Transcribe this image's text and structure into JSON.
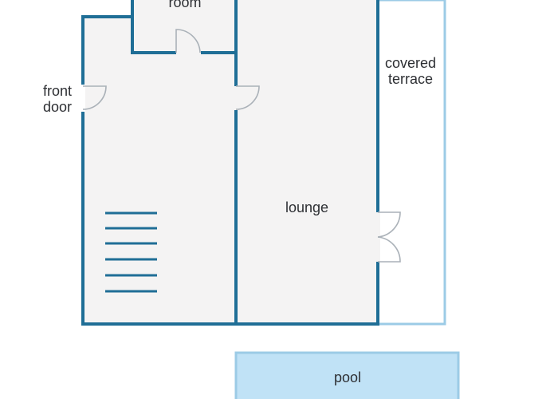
{
  "labels": {
    "room": "room",
    "front_door_line1": "front",
    "front_door_line2": "door",
    "covered_terrace_line1": "covered",
    "covered_terrace_line2": "terrace",
    "lounge": "lounge",
    "pool": "pool"
  },
  "colors": {
    "wall": "#1f6e96",
    "terrace_line": "#9ccbe6",
    "floor": "#f4f3f3",
    "pool_fill": "#c0e2f6",
    "pool_border": "#9ccbe6",
    "door": "#aab1b8",
    "stairs": "#1f6e96",
    "text": "#2d2f33"
  },
  "stairs": {
    "step_count": 6
  }
}
